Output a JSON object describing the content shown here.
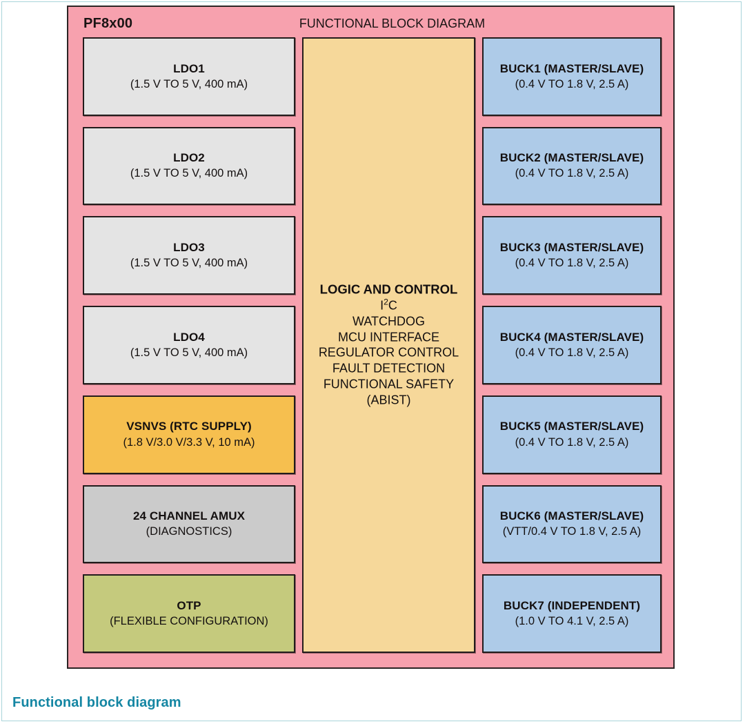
{
  "page": {
    "caption": "Functional block diagram",
    "caption_color": "#1486a3",
    "frame_color": "#a8d4da",
    "background": "#ffffff"
  },
  "diagram": {
    "chip_name": "PF8x00",
    "title": "FUNCTIONAL BLOCK DIAGRAM",
    "container_color": "#f7a1ae",
    "border_color": "#231c1c",
    "left_column": [
      {
        "name": "ldo1",
        "title": "LDO1",
        "sub": "(1.5 V TO 5 V, 400 mA)",
        "color": "#e4e4e4"
      },
      {
        "name": "ldo2",
        "title": "LDO2",
        "sub": "(1.5 V TO 5 V, 400 mA)",
        "color": "#e4e4e4"
      },
      {
        "name": "ldo3",
        "title": "LDO3",
        "sub": "(1.5 V TO 5 V, 400 mA)",
        "color": "#e4e4e4"
      },
      {
        "name": "ldo4",
        "title": "LDO4",
        "sub": "(1.5 V TO 5 V, 400 mA)",
        "color": "#e4e4e4"
      },
      {
        "name": "vsnvs",
        "title": "VSNVS (RTC SUPPLY)",
        "sub": "(1.8 V/3.0 V/3.3 V, 10 mA)",
        "color": "#f6bf4f"
      },
      {
        "name": "amux",
        "title": "24 CHANNEL AMUX",
        "sub": "(DIAGNOSTICS)",
        "color": "#cbcbcb"
      },
      {
        "name": "otp",
        "title": "OTP",
        "sub": "(FLEXIBLE CONFIGURATION)",
        "color": "#c5ca7d"
      }
    ],
    "center_block": {
      "name": "logic-and-control",
      "color": "#f6d89a",
      "title": "LOGIC AND CONTROL",
      "lines": [
        "WATCHDOG",
        "MCU INTERFACE",
        "REGULATOR CONTROL",
        "FAULT DETECTION",
        "FUNCTIONAL SAFETY",
        "(ABIST)"
      ],
      "i2c_base": "I",
      "i2c_sup": "2",
      "i2c_tail": "C"
    },
    "right_column": [
      {
        "name": "buck1",
        "title": "BUCK1 (MASTER/SLAVE)",
        "sub": "(0.4 V TO 1.8 V, 2.5 A)",
        "color": "#aecbe8"
      },
      {
        "name": "buck2",
        "title": "BUCK2 (MASTER/SLAVE)",
        "sub": "(0.4 V TO 1.8 V, 2.5 A)",
        "color": "#aecbe8"
      },
      {
        "name": "buck3",
        "title": "BUCK3 (MASTER/SLAVE)",
        "sub": "(0.4 V TO 1.8 V, 2.5 A)",
        "color": "#aecbe8"
      },
      {
        "name": "buck4",
        "title": "BUCK4 (MASTER/SLAVE)",
        "sub": "(0.4 V TO 1.8 V, 2.5 A)",
        "color": "#aecbe8"
      },
      {
        "name": "buck5",
        "title": "BUCK5 (MASTER/SLAVE)",
        "sub": "(0.4 V TO 1.8 V, 2.5 A)",
        "color": "#aecbe8"
      },
      {
        "name": "buck6",
        "title": "BUCK6 (MASTER/SLAVE)",
        "sub": "(VTT/0.4 V TO 1.8 V, 2.5 A)",
        "color": "#aecbe8"
      },
      {
        "name": "buck7",
        "title": "BUCK7 (INDEPENDENT)",
        "sub": "(1.0 V TO 4.1 V, 2.5 A)",
        "color": "#aecbe8"
      }
    ]
  }
}
